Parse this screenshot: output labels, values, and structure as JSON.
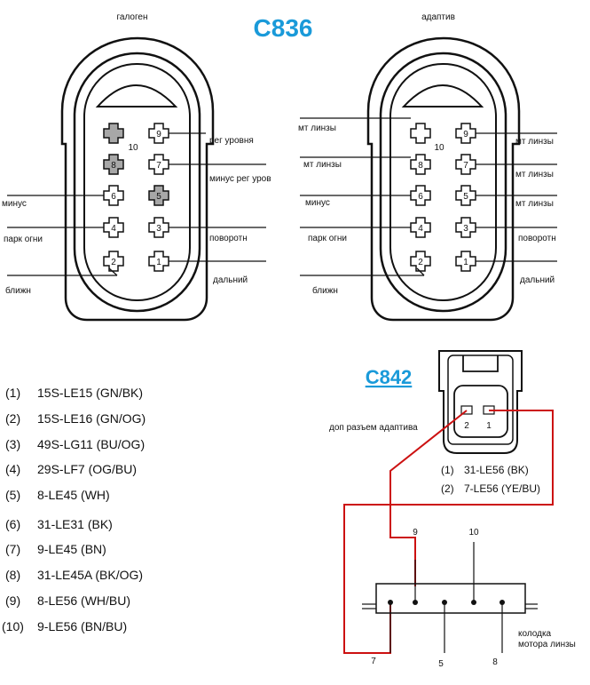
{
  "titles": {
    "c836": "C836",
    "c842": "C842"
  },
  "subtitles": {
    "halogen": "галоген",
    "adaptive": "адаптив"
  },
  "left_connector": {
    "labels": {
      "reg_level": "рег уровня",
      "minus_reg": "минус рег уров",
      "minus": "минус",
      "povorotn": "поворотн",
      "park_ogni": "парк огни",
      "dalniy": "дальний",
      "blizhn": "ближн"
    }
  },
  "right_connector": {
    "labels": {
      "mt_linzy_1": "мт линзы",
      "mt_linzy_2": "мт линзы",
      "mt_linzy_3": "мт линзы",
      "mt_linzy_4": "мт линзы",
      "mt_linzy_5": "мт линзы",
      "minus": "минус",
      "povorotn": "поворотн",
      "park_ogni": "парк огни",
      "dalniy": "дальний",
      "blizhn": "ближн"
    }
  },
  "pins": {
    "p1": "1",
    "p2": "2",
    "p3": "3",
    "p4": "4",
    "p5": "5",
    "p6": "6",
    "p7": "7",
    "p8": "8",
    "p9": "9",
    "p10": "10"
  },
  "c836_legend": [
    {
      "num": "(1)",
      "text": "15S-LE15 (GN/BK)"
    },
    {
      "num": "(2)",
      "text": "15S-LE16 (GN/OG)"
    },
    {
      "num": "(3)",
      "text": "49S-LG11 (BU/OG)"
    },
    {
      "num": "(4)",
      "text": "29S-LF7 (OG/BU)"
    },
    {
      "num": "(5)",
      "text": "8-LE45 (WH)"
    },
    {
      "num": "(6)",
      "text": "31-LE31 (BK)"
    },
    {
      "num": "(7)",
      "text": "9-LE45 (BN)"
    },
    {
      "num": "(8)",
      "text": "31-LE45A (BK/OG)"
    },
    {
      "num": "(9)",
      "text": "8-LE56 (WH/BU)"
    },
    {
      "num": "(10)",
      "text": "9-LE56 (BN/BU)"
    }
  ],
  "c842": {
    "label": "доп разъем адаптива",
    "pin2": "2",
    "pin1": "1",
    "legend": [
      {
        "num": "(1)",
        "text": "31-LE56 (BK)"
      },
      {
        "num": "(2)",
        "text": "7-LE56 (YE/BU)"
      }
    ]
  },
  "motor": {
    "pins_top": {
      "p9": "9",
      "p10": "10"
    },
    "pins_bottom": {
      "p7": "7",
      "p5": "5",
      "p8": "8"
    },
    "label_line1": "колодка",
    "label_line2": "мотора линзы"
  },
  "colors": {
    "title": "#1a9ad9",
    "wire_red": "#cc1111",
    "pin_gray": "#a7a7a7"
  }
}
